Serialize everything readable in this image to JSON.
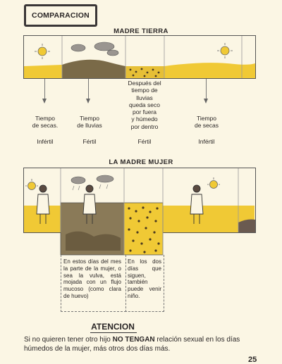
{
  "header": {
    "title": "COMPARACION"
  },
  "tierra": {
    "heading": "MADRE TIERRA",
    "labels": [
      {
        "line1": "Tiempo",
        "line2": "de secas.",
        "state": "Infértil"
      },
      {
        "line1": "Tiempo",
        "line2": "de lluvias",
        "state": "Fértil"
      },
      {
        "line1": "Después del",
        "line2": "tiempo de",
        "line3": "lluvias",
        "line4": "queda seco",
        "line5": "por fuera",
        "line6": "y húmedo",
        "line7": "por dentro",
        "state": "Fértil"
      },
      {
        "line1": "Tiempo",
        "line2": "de secas",
        "state": "Infértil"
      }
    ]
  },
  "mujer": {
    "heading": "LA MADRE MUJER",
    "note_left": "En estos días del mes la parte de la mujer, o sea la vulva, está mojada con un flujo mucoso (como clara de huevo)",
    "note_right": "En los dos días que siguen, también puede venir niño."
  },
  "atencion": {
    "title": "ATENCION",
    "text_before": "Si no quieren tener otro hijo ",
    "text_bold": "NO TENGAN",
    "text_after": " relación sexual en los días húmedos de la mujer, más otros dos días más."
  },
  "page_number": "25",
  "colors": {
    "yellow": "#f0c935",
    "ground_dark": "#7a6a48",
    "frame": "#3a3636"
  }
}
